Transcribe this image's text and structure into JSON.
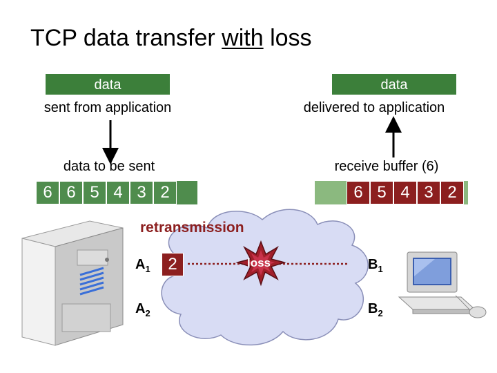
{
  "title": {
    "prefix": "TCP data transfer ",
    "underlined": "with",
    "suffix": " loss"
  },
  "sender": {
    "header_top": "data",
    "header_bottom": "sent from application",
    "buffer_label": "data to be sent",
    "buffer": [
      "6",
      "6",
      "5",
      "4",
      "3",
      "2"
    ]
  },
  "receiver": {
    "header_top": "data",
    "header_bottom": "delivered to application",
    "buffer_label": "receive buffer (6)",
    "buffer": [
      "6",
      "5",
      "4",
      "3",
      "2"
    ]
  },
  "retransmission_label": "retransmission",
  "loss_label": "loss",
  "hosts": {
    "a1": {
      "base": "A",
      "sub": "1"
    },
    "a2": {
      "base": "A",
      "sub": "2"
    },
    "b1": {
      "base": "B",
      "sub": "1"
    },
    "b2": {
      "base": "B",
      "sub": "2"
    }
  },
  "packet_in_flight": "2",
  "colors": {
    "green": "#3c7f3a",
    "dark_red": "#8c1f1f",
    "light_green": "#8bb97f",
    "cloud": "#d8dcf4"
  }
}
